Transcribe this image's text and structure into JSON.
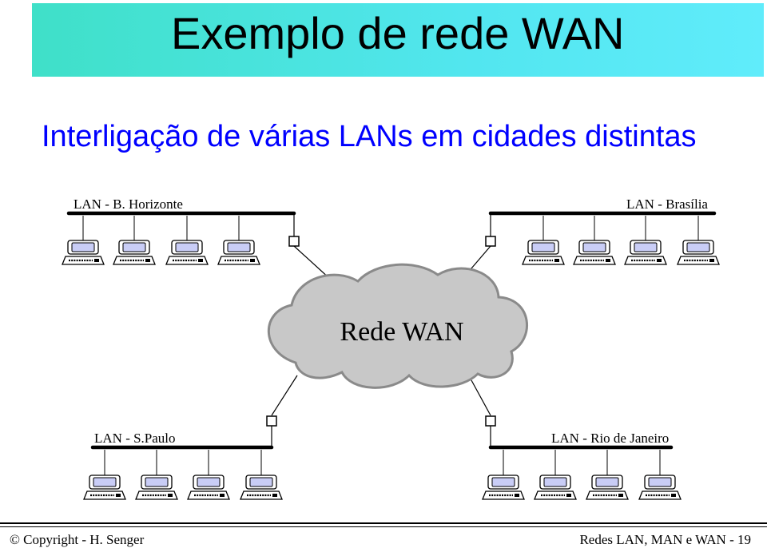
{
  "header": {
    "title": "Exemplo de rede WAN",
    "subtitle": "Interligação de várias LANs em cidades distintas"
  },
  "diagram": {
    "wan_label": "Rede WAN",
    "lans": [
      {
        "label": "LAN - B. Horizonte",
        "computers": 4
      },
      {
        "label": "LAN - Brasília",
        "computers": 4
      },
      {
        "label": "LAN - S.Paulo",
        "computers": 4
      },
      {
        "label": "LAN - Rio de Janeiro",
        "computers": 4
      }
    ]
  },
  "footer": {
    "left": "© Copyright   - H. Senger",
    "right": "Redes LAN, MAN e WAN - 19"
  },
  "colors": {
    "title_bar_start": "#3fe0c8",
    "title_bar_end": "#60ecfb",
    "subtitle": "#0000ff",
    "cloud": "#c8c8c8"
  }
}
